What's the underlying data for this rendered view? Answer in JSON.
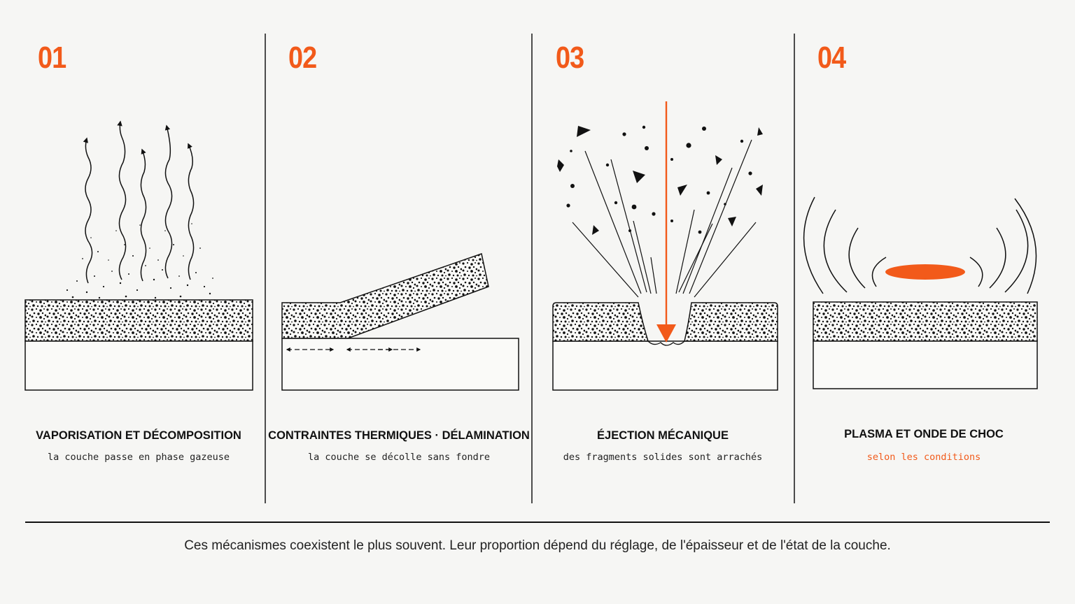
{
  "colors": {
    "accent": "#f25a1a",
    "ink": "#111111",
    "background": "#f6f6f4"
  },
  "panels": [
    {
      "number": "01",
      "title": "VAPORISATION ET DÉCOMPOSITION",
      "subtitle": "la couche passe en phase gazeuse"
    },
    {
      "number": "02",
      "title": "CONTRAINTES THERMIQUES · DÉLAMINATION",
      "subtitle": "la couche se décolle sans fondre"
    },
    {
      "number": "03",
      "title": "ÉJECTION MÉCANIQUE",
      "subtitle": "des fragments solides sont arrachés"
    },
    {
      "number": "04",
      "title": "PLASMA ET ONDE DE CHOC",
      "subtitle": "selon les conditions"
    }
  ],
  "footer": {
    "note": "Ces mécanismes coexistent le plus souvent. Leur proportion dépend du réglage, de l'épaisseur et de l'état de la couche."
  }
}
